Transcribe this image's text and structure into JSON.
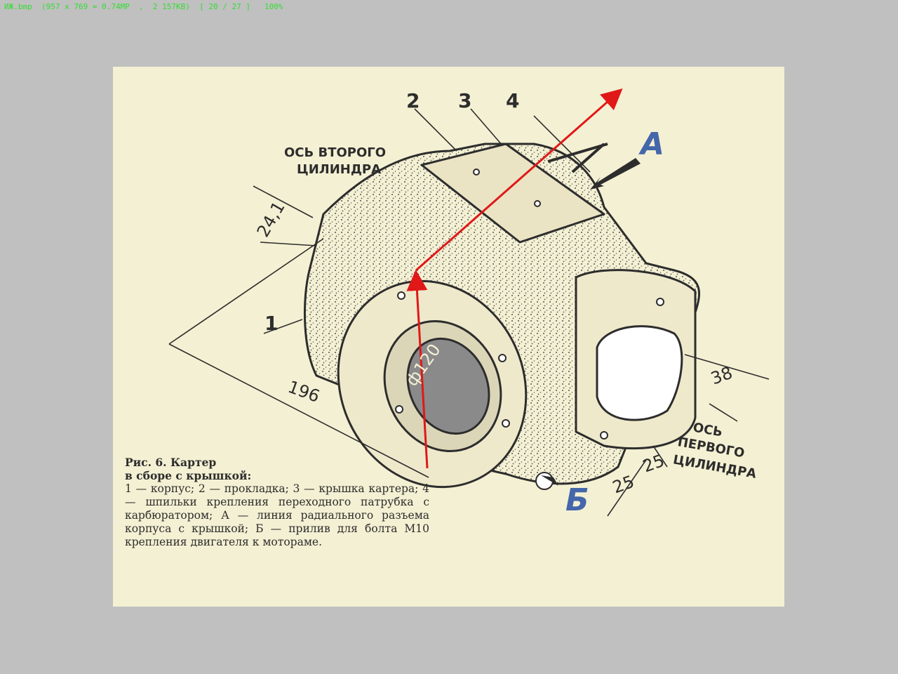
{
  "viewer": {
    "status_bar": "ИЖ.bmp  (957 x 769 = 0.74MP  ,  2 157KB)  [ 20 / 27 ]   100%"
  },
  "figure": {
    "labels": {
      "n1": "1",
      "n2": "2",
      "n3": "3",
      "n4": "4",
      "a": "А",
      "b": "Б",
      "axis2_line1": "ОСЬ ВТОРОГО",
      "axis2_line2": "ЦИЛИНДРА",
      "axis1_line1": "ОСЬ",
      "axis1_line2": "ПЕРВОГО",
      "axis1_line3": "ЦИЛИНДРА",
      "dim_241": "24,1",
      "dim_196": "196",
      "dim_phi": "ф120",
      "dim_38": "38",
      "dim_25a": "25",
      "dim_25b": "25"
    },
    "caption": {
      "title_line1": "Рис. 6. Картер",
      "title_line2": "в сборе с крышкой:",
      "body": "1 — корпус; 2 — прокладка; 3 — крышка картера; 4 — шпильки крепления переходного патрубка с карбюратором; А — линия радиального разъема корпуса с крышкой; Б — прилив для болта М10 крепления двигателя к мотораме."
    },
    "colors": {
      "ink": "#2d2d2d",
      "paper": "#f4f0d3",
      "accent_red": "#e01818",
      "accent_blue": "#4466aa"
    }
  }
}
